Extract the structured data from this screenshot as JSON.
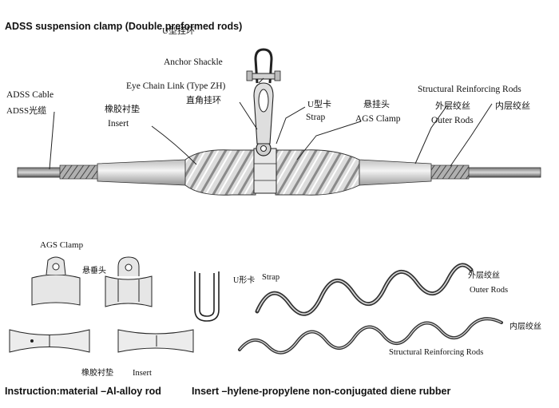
{
  "title": "ADSS suspension clamp (Double preformed rods)",
  "labels": {
    "u_shackle_cn": "U型挂环",
    "anchor_shackle": "Anchor Shackle",
    "eye_chain_link": "Eye Chain Link (Type ZH)",
    "eye_chain_link_cn": "直角挂环",
    "adss_cable": "ADSS Cable",
    "adss_cable_cn": "ADSS光缆",
    "insert_cn": "橡胶衬垫",
    "insert": "Insert",
    "strap_cn": "U型卡",
    "strap": "Strap",
    "ags_clamp_cn": "悬挂头",
    "ags_clamp": "AGS Clamp",
    "structural_reinforcing_rods": "Structural Reinforcing Rods",
    "outer_rods_cn": "外层绞丝",
    "outer_rods": "Outer Rods",
    "inner_rods_cn": "内层绞丝"
  },
  "parts": {
    "ags_clamp": "AGS Clamp",
    "ags_clamp_cn": "悬垂头",
    "strap_cn": "U形卡",
    "strap": "Strap",
    "outer_rods_cn": "外层绞丝",
    "outer_rods": "Outer Rods",
    "inner_rods_cn": "内层绞丝",
    "structural_reinforcing_rods": "Structural Reinforcing Rods",
    "insert_cn": "橡胶衬垫",
    "insert": "Insert"
  },
  "footer": {
    "instruction": "Instruction:material –Al-alloy rod",
    "insert_note": "Insert –hylene-propylene non-conjugated diene rubber"
  }
}
